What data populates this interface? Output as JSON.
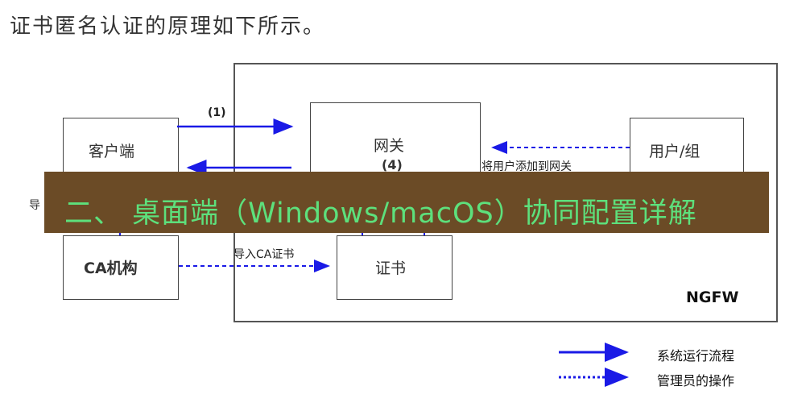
{
  "page": {
    "title": "证书匿名认证的原理如下所示。"
  },
  "diagram": {
    "nodes": {
      "client": "客户端",
      "gateway": "网关",
      "gateway_step": "(4)",
      "user_group": "用户/组",
      "ca": "CA机构",
      "cert": "证书",
      "firewall": "NGFW"
    },
    "edges": {
      "step1": "(1)",
      "add_user": "将用户添加到网关",
      "import_ca": "导入CA证书",
      "partial_left": "导"
    }
  },
  "legend": {
    "system_flow": "系统运行流程",
    "admin_op": "管理员的操作"
  },
  "banner": {
    "text": "二、 桌面端（Windows/macOS）协同配置详解"
  },
  "colors": {
    "flow_arrow": "#1a1ae6",
    "banner_bg": "#6b4b26",
    "banner_text": "#5de07c"
  }
}
